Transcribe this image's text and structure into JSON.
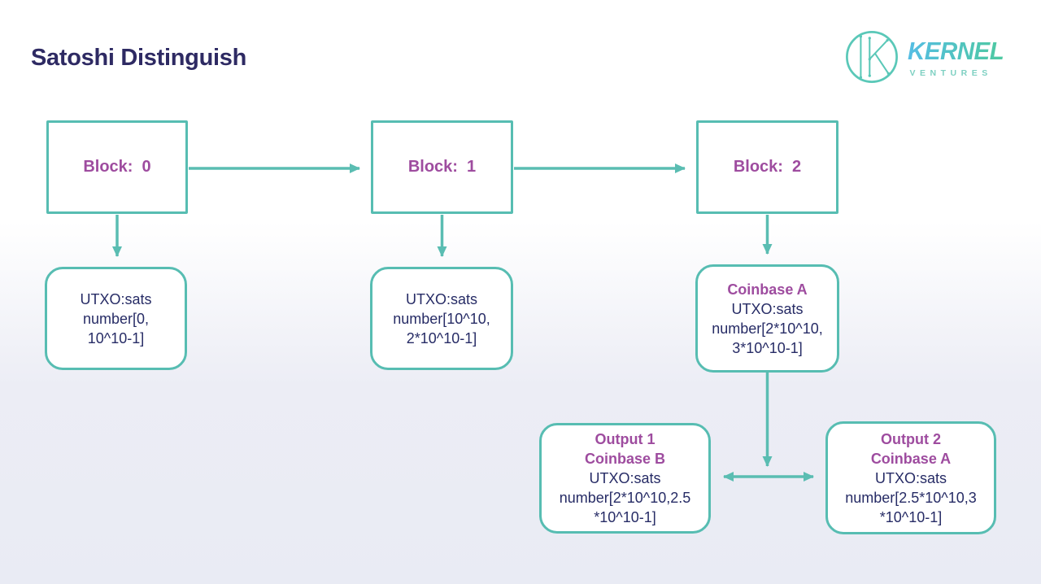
{
  "page": {
    "title": "Satoshi Distinguish"
  },
  "logo": {
    "icon": "kernel-k-circle-icon",
    "brand": "KERNEL",
    "sub": "VENTURES"
  },
  "colors": {
    "accent_teal": "#57bdb2",
    "node_purple": "#9e4c9f",
    "node_navy": "#272c66",
    "title_navy": "#2e2a63",
    "brand_gradient_start": "#55bde4",
    "brand_gradient_end": "#4ec9a0",
    "background_bottom": "#e9ebf4"
  },
  "diagram": {
    "blocks": [
      {
        "id": "block-0",
        "label": "Block:  0"
      },
      {
        "id": "block-1",
        "label": "Block:  1"
      },
      {
        "id": "block-2",
        "label": "Block:  2"
      }
    ],
    "utxo_nodes": [
      {
        "id": "utxo-block-0",
        "lines": [
          "UTXO:sats",
          "number[0,",
          "10^10-1]"
        ]
      },
      {
        "id": "utxo-block-1",
        "lines": [
          "UTXO:sats",
          "number[10^10,",
          "2*10^10-1]"
        ]
      },
      {
        "id": "coinbase-a",
        "header": "Coinbase A",
        "lines": [
          "UTXO:sats",
          "number[2*10^10,",
          "3*10^10-1]"
        ]
      }
    ],
    "outputs": [
      {
        "id": "output-1",
        "headers": [
          "Output 1",
          "Coinbase B"
        ],
        "lines": [
          "UTXO:sats",
          "number[2*10^10,2.5",
          "*10^10-1]"
        ]
      },
      {
        "id": "output-2",
        "headers": [
          "Output 2",
          "Coinbase A"
        ],
        "lines": [
          "UTXO:sats",
          "number[2.5*10^10,3",
          "*10^10-1]"
        ]
      }
    ]
  }
}
